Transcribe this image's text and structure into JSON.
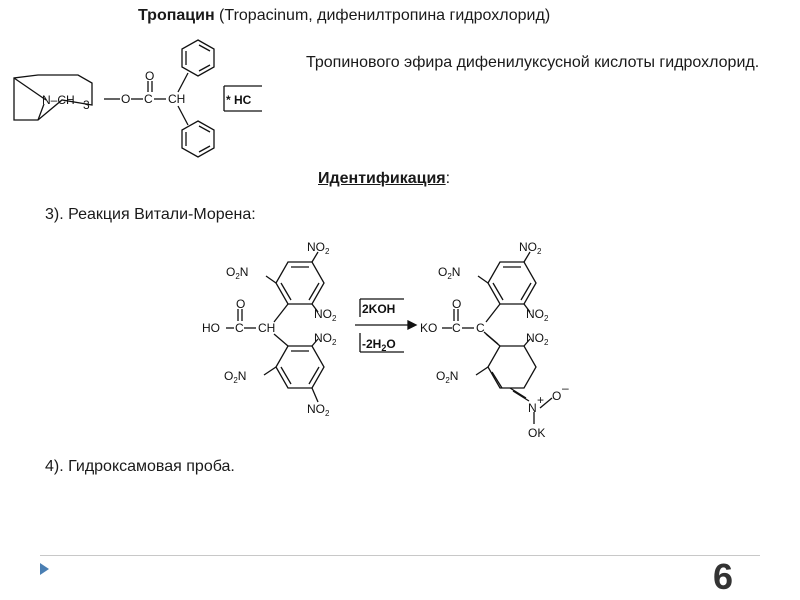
{
  "title": {
    "bold": "Тропацин",
    "rest": " (Tropacinum, дифенилтропина гидрохлорид)"
  },
  "description": "Тропинового эфира дифенилуксусной кислоты гидрохлорид.",
  "identification": {
    "label": "Идентификация",
    "colon": ":"
  },
  "items": {
    "item3": "3). Реакция Витали-Морена:",
    "item4": "4). Гидроксамовая проба."
  },
  "formula": {
    "n_ch3": "N–CH",
    "sub3": "3",
    "o_left": "O",
    "c": "C",
    "o_top": "O",
    "ch": "CH",
    "hcl": "* HC"
  },
  "reaction": {
    "no2": "NO",
    "o2n": "O",
    "two": "2",
    "ho": "HO",
    "ko": "KO",
    "reagent_top": "2KOH",
    "reagent_bottom": "-2H",
    "reagent_bottom_sub": "2",
    "reagent_bottom_end": "O",
    "n_plus": "N",
    "plus": "+",
    "o_minus": "O",
    "minus": "–",
    "ok": "OK"
  },
  "page_number": "6",
  "colors": {
    "bullet": "#4a7fb3",
    "footer_line": "#c8c8c8"
  }
}
